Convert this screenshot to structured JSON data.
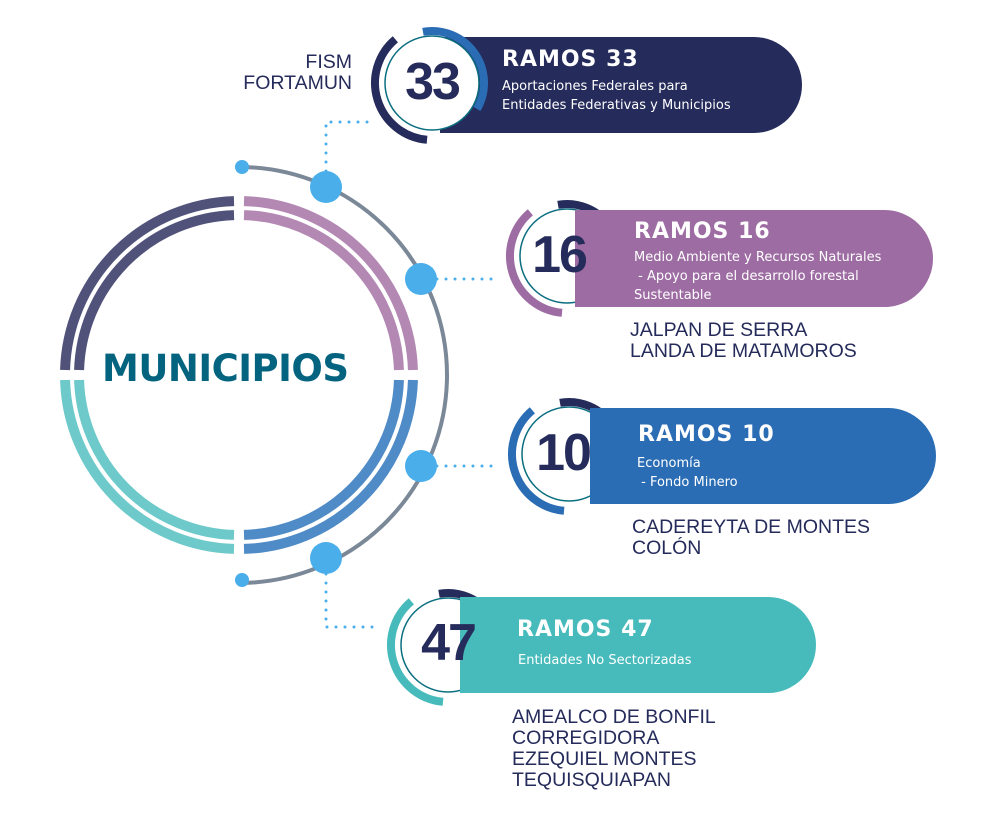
{
  "center_title": "MUNICIPIOS",
  "colors": {
    "navy": "#252b5a",
    "purple": "#9d6ca3",
    "blue": "#2a6db5",
    "teal": "#47bbbb",
    "ring_tl": "#50527a",
    "ring_tr": "#b388b3",
    "ring_br": "#4f8bc6",
    "ring_bl": "#6ecaca",
    "connector": "#4aaeea",
    "arc": "#7a8898",
    "title": "#04637f"
  },
  "ramos": [
    {
      "number": "33",
      "title": "RAMOS 33",
      "description": "Aportaciones Federales para\nEntidades Federativas y Municipios",
      "municipios": [
        "FISM",
        "FORTAMUN"
      ]
    },
    {
      "number": "16",
      "title": "RAMOS 16",
      "description": "Medio Ambiente y Recursos Naturales\n - Apoyo para el desarrollo forestal\nSustentable",
      "municipios": [
        "JALPAN DE SERRA",
        "LANDA DE MATAMOROS"
      ]
    },
    {
      "number": "10",
      "title": "RAMOS 10",
      "description": "Economía\n - Fondo Minero",
      "municipios": [
        "CADEREYTA DE MONTES",
        "COLÓN"
      ]
    },
    {
      "number": "47",
      "title": "RAMOS 47",
      "description": "Entidades No Sectorizadas",
      "municipios": [
        "AMEALCO DE BONFIL",
        "CORREGIDORA",
        "EZEQUIEL MONTES",
        "TEQUISQUIAPAN"
      ]
    }
  ]
}
